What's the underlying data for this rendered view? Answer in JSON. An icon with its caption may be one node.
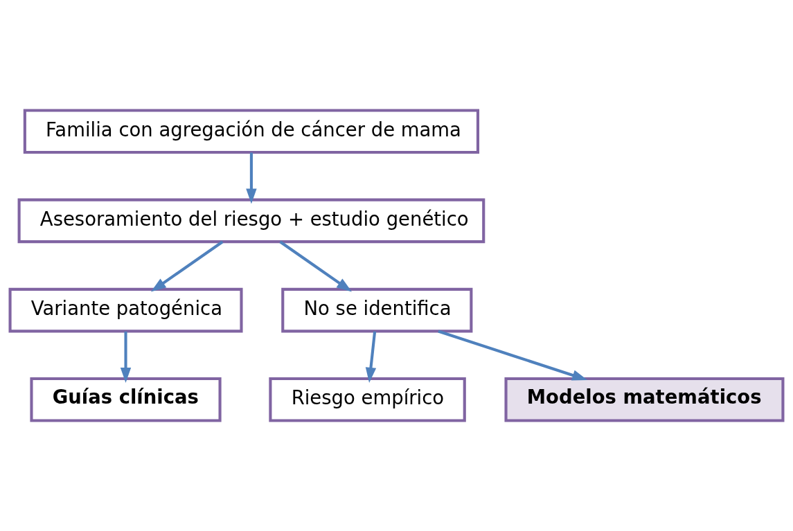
{
  "diagram": {
    "nodes": [
      {
        "text": [
          "Familia con agregación de cáncer de mama"
        ]
      },
      {
        "text": [
          "Asesoramiento del riesgo + estudio genético"
        ]
      },
      {
        "text": [
          "Variante patogénica"
        ]
      },
      {
        "text": [
          "No se identifica"
        ]
      },
      {
        "text": [
          "Guías clínicas"
        ]
      },
      {
        "text": [
          "Riesgo empírico"
        ]
      },
      {
        "text": [
          "Modelos matemáticos"
        ]
      }
    ],
    "edges": [
      {
        "from": 0,
        "to": 1,
        "arrow": "to"
      },
      {
        "from": 1,
        "to": 2,
        "arrow": "to"
      },
      {
        "from": 1,
        "to": 3,
        "arrow": "to"
      },
      {
        "from": 2,
        "to": 4,
        "arrow": "to"
      },
      {
        "from": 3,
        "to": 5,
        "arrow": "to"
      },
      {
        "from": 3,
        "to": 6,
        "arrow": "to"
      }
    ]
  }
}
